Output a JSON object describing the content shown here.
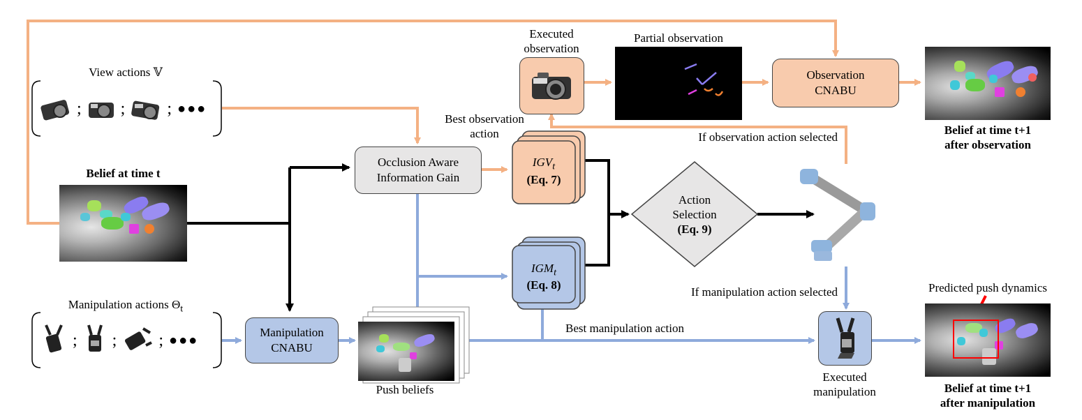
{
  "labels": {
    "view_actions": "View actions 𝕍",
    "manipulation_actions": "Manipulation actions Θ",
    "manipulation_actions_sub": "t",
    "belief_t": "Belief at time t",
    "executed_observation_1": "Executed",
    "executed_observation_2": "observation",
    "partial_observation": "Partial observation",
    "belief_obs_1": "Belief at time t+1",
    "belief_obs_2": "after observation",
    "best_observation_action_1": "Best observation",
    "best_observation_action_2": "action",
    "if_observation": "If observation action selected",
    "if_manipulation": "If manipulation action selected",
    "best_manipulation_action": "Best manipulation action",
    "push_beliefs": "Push beliefs",
    "executed_manipulation_1": "Executed",
    "executed_manipulation_2": "manipulation",
    "predicted_push": "Predicted push dynamics",
    "belief_manip_1": "Belief at time t+1",
    "belief_manip_2": "after manipulation",
    "separator": ";",
    "ellipsis": "●●●"
  },
  "boxes": {
    "oaig_1": "Occlusion Aware",
    "oaig_2": "Information Gain",
    "igv_main": "IGV",
    "igv_sub": "t",
    "igv_eq": "(Eq. 7)",
    "igm_main": "IGM",
    "igm_sub": "t",
    "igm_eq": "(Eq. 8)",
    "action_sel_1": "Action",
    "action_sel_2": "Selection",
    "action_sel_3": "(Eq. 9)",
    "obs_cnabu_1": "Observation",
    "obs_cnabu_2": "CNABU",
    "manip_cnabu_1": "Manipulation",
    "manip_cnabu_2": "CNABU"
  },
  "colors": {
    "observation": "#f4b183",
    "observation_fill": "#f8cbad",
    "manipulation": "#8eaadb",
    "manipulation_fill": "#b4c7e7",
    "neutral_fill": "#e7e6e6",
    "control": "#000000",
    "highlight": "#ff0000"
  },
  "icons": [
    "camera-icon",
    "gripper-icon",
    "robot-arm-icon"
  ]
}
